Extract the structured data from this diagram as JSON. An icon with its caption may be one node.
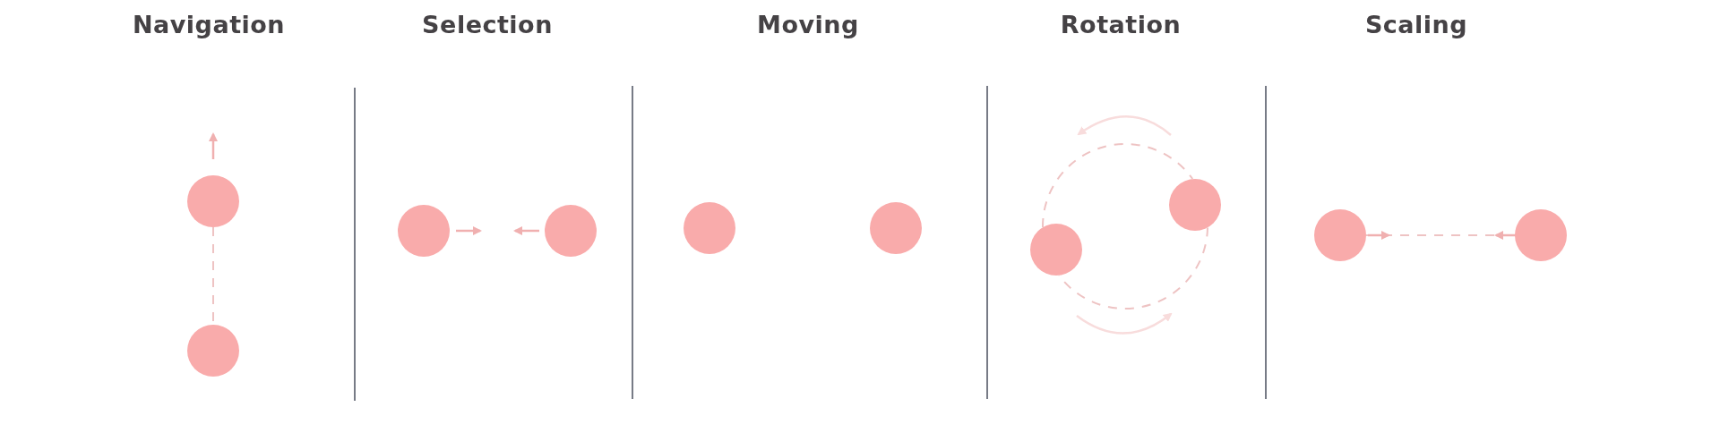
{
  "diagram": {
    "nodes": [
      {
        "text": [],
        "shape": "circle"
      },
      {
        "text": [],
        "shape": "circle"
      },
      {
        "text": [],
        "shape": "circle"
      },
      {
        "text": [],
        "shape": "circle"
      },
      {
        "text": [],
        "shape": "circle"
      },
      {
        "text": [],
        "shape": "circle"
      },
      {
        "text": [],
        "shape": "circle"
      },
      {
        "text": [],
        "shape": "circle"
      },
      {
        "text": [],
        "shape": "circle"
      },
      {
        "text": [],
        "shape": "circle"
      }
    ],
    "edges": [
      {
        "from": 0,
        "to": 1,
        "arrow": "none",
        "style": "dashed"
      },
      {
        "from": 6,
        "to": 7,
        "arrow": "none",
        "style": "dashed"
      },
      {
        "from": 7,
        "to": 6,
        "arrow": "none",
        "style": "dashed"
      },
      {
        "from": 8,
        "to": 9,
        "arrow": "none",
        "style": "dashed"
      }
    ],
    "labels": [
      "Navigation",
      "Selection",
      "Moving",
      "Rotation",
      "Scaling"
    ]
  }
}
